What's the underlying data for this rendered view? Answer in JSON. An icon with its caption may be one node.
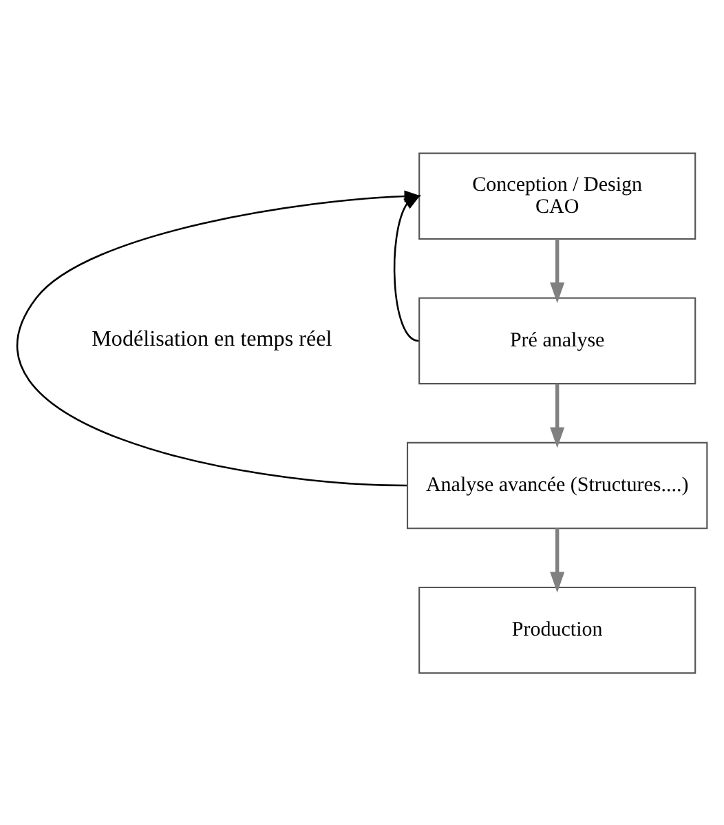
{
  "diagram": {
    "nodes": [
      {
        "text": [
          "Conception / Design",
          "CAO"
        ]
      },
      {
        "text": [
          "Pré analyse"
        ]
      },
      {
        "text": [
          "Analyse avancée (Structures....)"
        ]
      },
      {
        "text": [
          "Production"
        ]
      }
    ],
    "edges": [
      {
        "from": 0,
        "to": 1,
        "arrow": "to"
      },
      {
        "from": 1,
        "to": 2,
        "arrow": "to"
      },
      {
        "from": 2,
        "to": 3,
        "arrow": "to"
      },
      {
        "from": 1,
        "to": 0,
        "arrow": "to",
        "color": "#000000"
      },
      {
        "from": 2,
        "to": 0,
        "arrow": "to",
        "color": "#000000"
      }
    ],
    "labels": [
      "Modélisation en temps réel"
    ]
  }
}
